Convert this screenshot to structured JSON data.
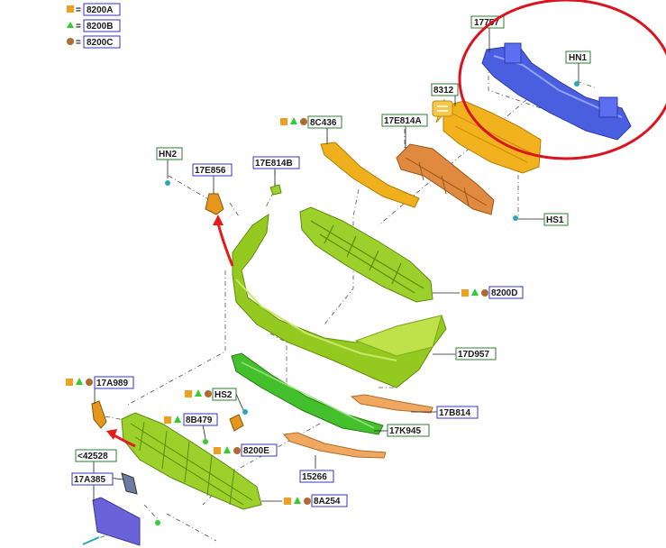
{
  "legend": [
    {
      "symbol": "square",
      "color": "#f0a020",
      "eq": "=",
      "code": "8200A"
    },
    {
      "symbol": "triangle",
      "color": "#33cc33",
      "eq": "=",
      "code": "8200B"
    },
    {
      "symbol": "circle",
      "color": "#b06a30",
      "eq": "=",
      "code": "8200C"
    }
  ],
  "parts": [
    {
      "id": "17757",
      "text": "17757",
      "border": "#2e7d32",
      "color": "#3f55d6"
    },
    {
      "id": "HN1",
      "text": "HN1",
      "border": "#2e7d32"
    },
    {
      "id": "8312",
      "text": "8312",
      "border": "#2e7d32",
      "color": "#f2b21d"
    },
    {
      "id": "17E814A",
      "text": "17E814A",
      "border": "#2e7d32",
      "color": "#e08a40"
    },
    {
      "id": "8C436",
      "text": "8C436",
      "border": "#2e7d32",
      "color": "#f0b01c"
    },
    {
      "id": "HN2",
      "text": "HN2",
      "border": "#2e7d32"
    },
    {
      "id": "17E856",
      "text": "17E856",
      "border": "#3333cc",
      "color": "#e6961c"
    },
    {
      "id": "17E814B",
      "text": "17E814B",
      "border": "#3333cc"
    },
    {
      "id": "HS1",
      "text": "HS1",
      "border": "#2e7d32"
    },
    {
      "id": "8200D",
      "text": "8200D",
      "border": "#3333cc"
    },
    {
      "id": "17D957",
      "text": "17D957",
      "border": "#2e7d32",
      "color": "#95cc22"
    },
    {
      "id": "17A989",
      "text": "17A989",
      "border": "#3333cc"
    },
    {
      "id": "HS2",
      "text": "HS2",
      "border": "#2e7d32"
    },
    {
      "id": "17B814",
      "text": "17B814",
      "border": "#3333cc",
      "color": "#f0a860"
    },
    {
      "id": "8B479",
      "text": "8B479",
      "border": "#3333cc"
    },
    {
      "id": "17K945",
      "text": "17K945",
      "border": "#2e7d32",
      "color": "#44c02c"
    },
    {
      "id": "42528",
      "text": "<42528",
      "border": "#2e7d32"
    },
    {
      "id": "8200E",
      "text": "8200E",
      "border": "#3333cc"
    },
    {
      "id": "15266",
      "text": "15266",
      "border": "#3333cc",
      "color": "#f0a860"
    },
    {
      "id": "17A385",
      "text": "17A385",
      "border": "#3333cc",
      "color": "#6a62d8"
    },
    {
      "id": "8A254",
      "text": "8A254",
      "border": "#3333cc"
    }
  ],
  "highlight": {
    "color": "#d9141e",
    "target": "17757"
  }
}
